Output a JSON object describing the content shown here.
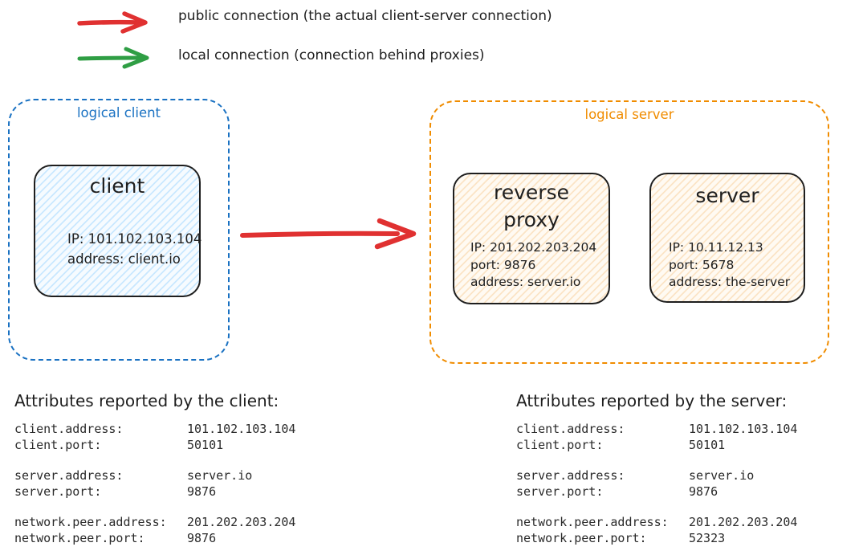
{
  "legend": {
    "items": [
      {
        "label": "public connection (the actual client-server connection)",
        "color": "#e03131"
      },
      {
        "label": "local connection (connection behind proxies)",
        "color": "#2f9e44"
      }
    ]
  },
  "diagram": {
    "logical_client": {
      "label": "logical client",
      "border_color": "#1971c2",
      "client": {
        "title": "client",
        "lines": [
          "IP: 101.102.103.104",
          "address: client.io"
        ],
        "fill_color": "#a5d8ff"
      }
    },
    "logical_server": {
      "label": "logical server",
      "border_color": "#f08c00",
      "reverse_proxy": {
        "title": "reverse proxy",
        "lines": [
          "IP: 201.202.203.204",
          "port: 9876",
          "address: server.io"
        ],
        "fill_color": "#ffd8a8"
      },
      "server": {
        "title": "server",
        "lines": [
          "IP: 10.11.12.13",
          "port: 5678",
          "address: the-server"
        ],
        "fill_color": "#ffd8a8"
      }
    },
    "public_arrow_color": "#e03131"
  },
  "attributes_client": {
    "heading": "Attributes reported by the client:",
    "rows": [
      {
        "label": "client.address:",
        "value": "101.102.103.104"
      },
      {
        "label": "client.port:",
        "value": "50101"
      },
      {
        "label": "server.address:",
        "value": "server.io"
      },
      {
        "label": "server.port:",
        "value": "9876"
      },
      {
        "label": "network.peer.address:",
        "value": "201.202.203.204"
      },
      {
        "label": "network.peer.port:",
        "value": "9876"
      }
    ]
  },
  "attributes_server": {
    "heading": "Attributes reported by the server:",
    "rows": [
      {
        "label": "client.address:",
        "value": "101.102.103.104"
      },
      {
        "label": "client.port:",
        "value": "50101"
      },
      {
        "label": "server.address:",
        "value": "server.io"
      },
      {
        "label": "server.port:",
        "value": "9876"
      },
      {
        "label": "network.peer.address:",
        "value": "201.202.203.204"
      },
      {
        "label": "network.peer.port:",
        "value": "52323"
      }
    ]
  }
}
